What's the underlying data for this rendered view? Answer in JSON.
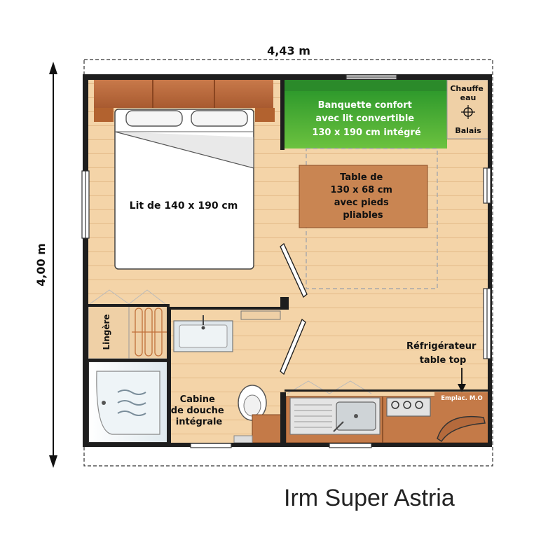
{
  "dimensions": {
    "width_label": "4,43 m",
    "height_label": "4,00 m"
  },
  "labels": {
    "bed": "Lit de 140 x 190 cm",
    "banquette": [
      "Banquette confort",
      "avec lit convertible",
      "130 x 190 cm intégré"
    ],
    "water_heater": [
      "Chauffe",
      "eau"
    ],
    "broom": "Balais",
    "table": [
      "Table de",
      "130 x 68 cm",
      "avec pieds",
      "pliables"
    ],
    "fridge": [
      "Réfrigérateur",
      "table top"
    ],
    "microwave": "Emplac. M.O",
    "linen": "Lingère",
    "shower": [
      "Cabine",
      "de douche",
      "intégrale"
    ]
  },
  "title": "Irm Super Astria",
  "colors": {
    "floor": "#f3d2a6",
    "plank_line": "#e2b886",
    "wall": "#1e1e1e",
    "wood": "#b9693d",
    "banquette": "#3da53a",
    "table": "#c98552",
    "bed": "#ffffff",
    "shower": "#ffffff"
  }
}
